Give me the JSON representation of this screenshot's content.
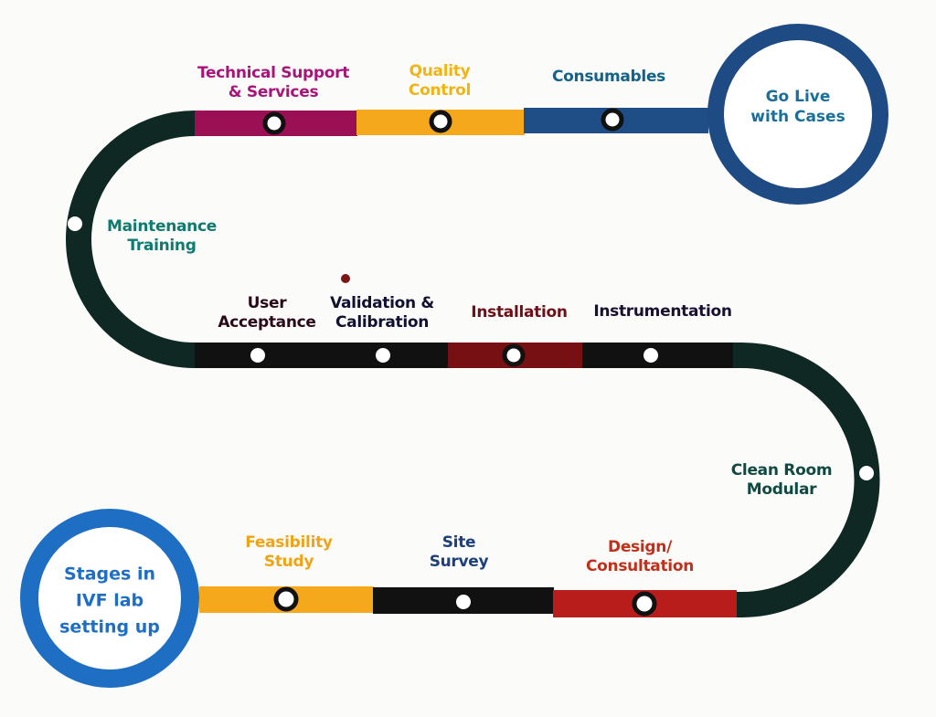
{
  "title": "Stages in IVF lab setting up",
  "colors": {
    "track": "#0f2823",
    "magenta": "#9b1054",
    "orange": "#f6a81c",
    "blue": "#1f4e86",
    "black": "#111111",
    "dark_red": "#761012",
    "red": "#b81d1b",
    "start_ring": "#1e6fc4",
    "end_ring": "#1f4b85"
  },
  "start_circle": {
    "line1": "Stages in",
    "line2": "IVF lab",
    "line3": "setting up"
  },
  "end_circle": {
    "line1": "Go Live",
    "line2": "with Cases"
  },
  "stages": [
    {
      "line1": "Feasibility",
      "line2": "Study",
      "color": "#f0a414"
    },
    {
      "line1": "Site",
      "line2": "Survey",
      "color": "#1d3f7a"
    },
    {
      "line1": "Design/",
      "line2": "Consultation",
      "color": "#c0301a"
    },
    {
      "line1": "Clean Room",
      "line2": "Modular",
      "color": "#0f4a42"
    },
    {
      "line1": "Instrumentation",
      "line2": "",
      "color": "#1a1030"
    },
    {
      "line1": "Installation",
      "line2": "",
      "color": "#6e0f18"
    },
    {
      "line1": "Validation &",
      "line2": "Calibration",
      "color": "#101030"
    },
    {
      "line1": "User",
      "line2": "Acceptance",
      "color": "#2a0a18"
    },
    {
      "line1": "Maintenance",
      "line2": "Training",
      "color": "#0e7a70"
    },
    {
      "line1": "Technical Support",
      "line2": "& Services",
      "color": "#a8157a"
    },
    {
      "line1": "Quality",
      "line2": "Control",
      "color": "#f0b414"
    },
    {
      "line1": "Consumables",
      "line2": "",
      "color": "#12628a"
    }
  ]
}
